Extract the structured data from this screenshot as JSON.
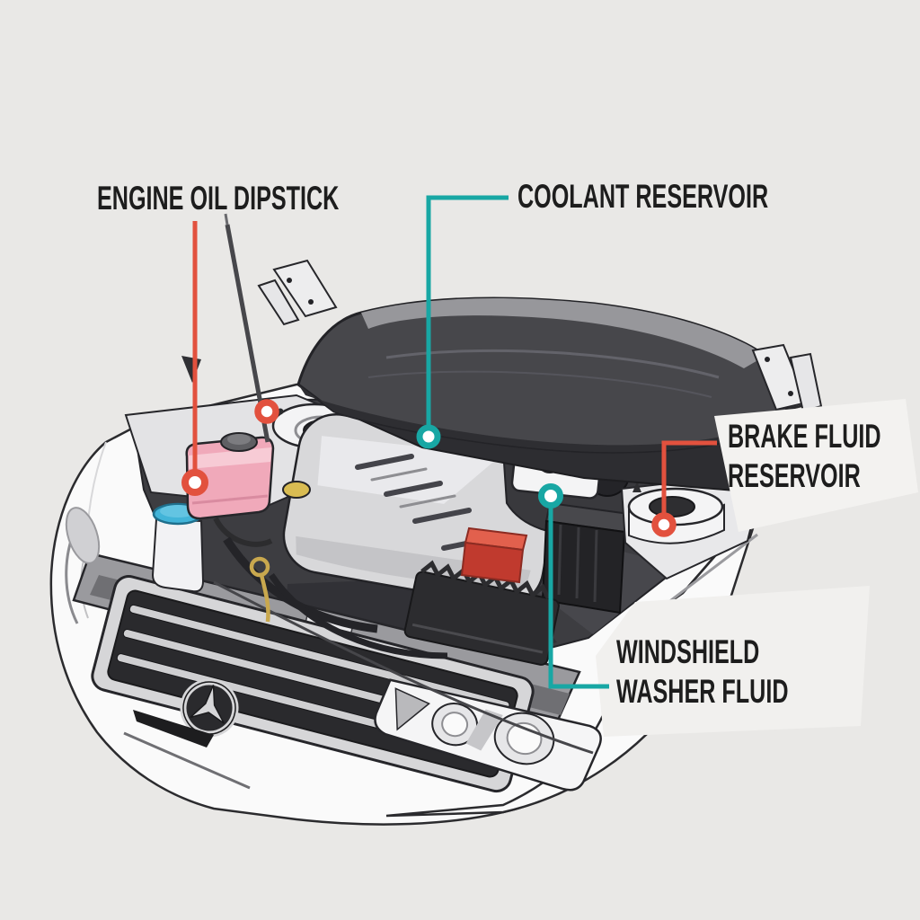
{
  "diagram": {
    "subject": "car-engine-bay-labeled-illustration"
  },
  "labels": {
    "engine_oil": {
      "text": "ENGINE OIL DIPSTICK",
      "accent": "#e2513e"
    },
    "coolant": {
      "text": "COOLANT RESERVOIR",
      "accent": "#18a7a4"
    },
    "brake": {
      "line1": "BRAKE FLUID",
      "line2": "RESERVOIR",
      "accent": "#e2513e"
    },
    "washer": {
      "line1": "WINDSHIELD",
      "line2": "WASHER FLUID",
      "accent": "#18a7a4"
    }
  },
  "colors": {
    "bg": "#e9e8e6",
    "ink": "#1d1d1d",
    "red": "#e2513e",
    "teal": "#18a7a4",
    "panel": "#f3f2f0"
  }
}
